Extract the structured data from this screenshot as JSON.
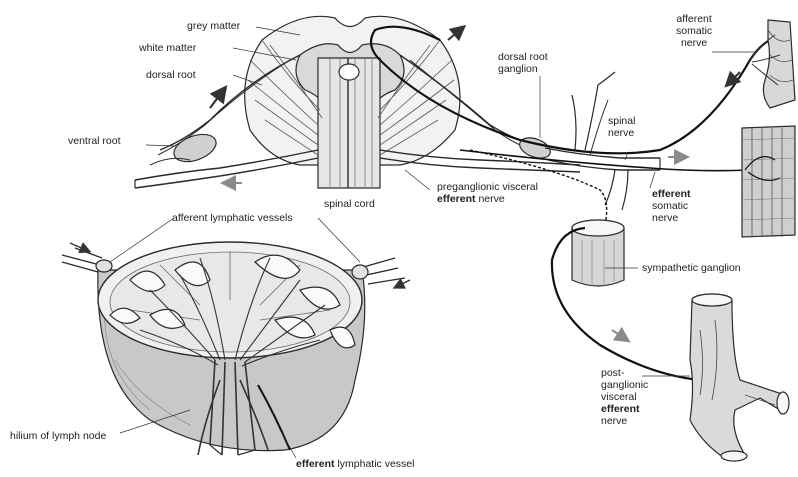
{
  "spinal": {
    "grey_matter": "grey matter",
    "white_matter": "white matter",
    "dorsal_root": "dorsal root",
    "ventral_root": "ventral root",
    "spinal_cord": "spinal cord",
    "dorsal_root_ganglion_1": "dorsal root",
    "dorsal_root_ganglion_2": "ganglion",
    "preganglionic_1": "preganglionic visceral",
    "preganglionic_2_bold": "efferent",
    "preganglionic_2_rest": "nerve",
    "spinal_nerve_1": "spinal",
    "spinal_nerve_2": "nerve",
    "afferent_somatic_1": "afferent",
    "afferent_somatic_2": "somatic",
    "afferent_somatic_3": "nerve",
    "efferent_somatic_1": "efferent",
    "efferent_somatic_2": "somatic",
    "efferent_somatic_3": "nerve",
    "sympathetic_ganglion": "sympathetic ganglion",
    "post_1": "post-",
    "post_2": "ganglionic",
    "post_3": "visceral",
    "post_4": "efferent",
    "post_5": "nerve"
  },
  "lymph": {
    "afferent_vessels": "afferent lymphatic vessels",
    "hilium": "hilium of lymph node",
    "efferent_bold": "efferent",
    "efferent_rest": "lymphatic vessel"
  },
  "colors": {
    "ink": "#2a2a2a",
    "fill_light": "#efefef",
    "fill_mid": "#d8d8d8",
    "fill_dark": "#bdbdbd",
    "arrow": "#8a8a8a"
  }
}
